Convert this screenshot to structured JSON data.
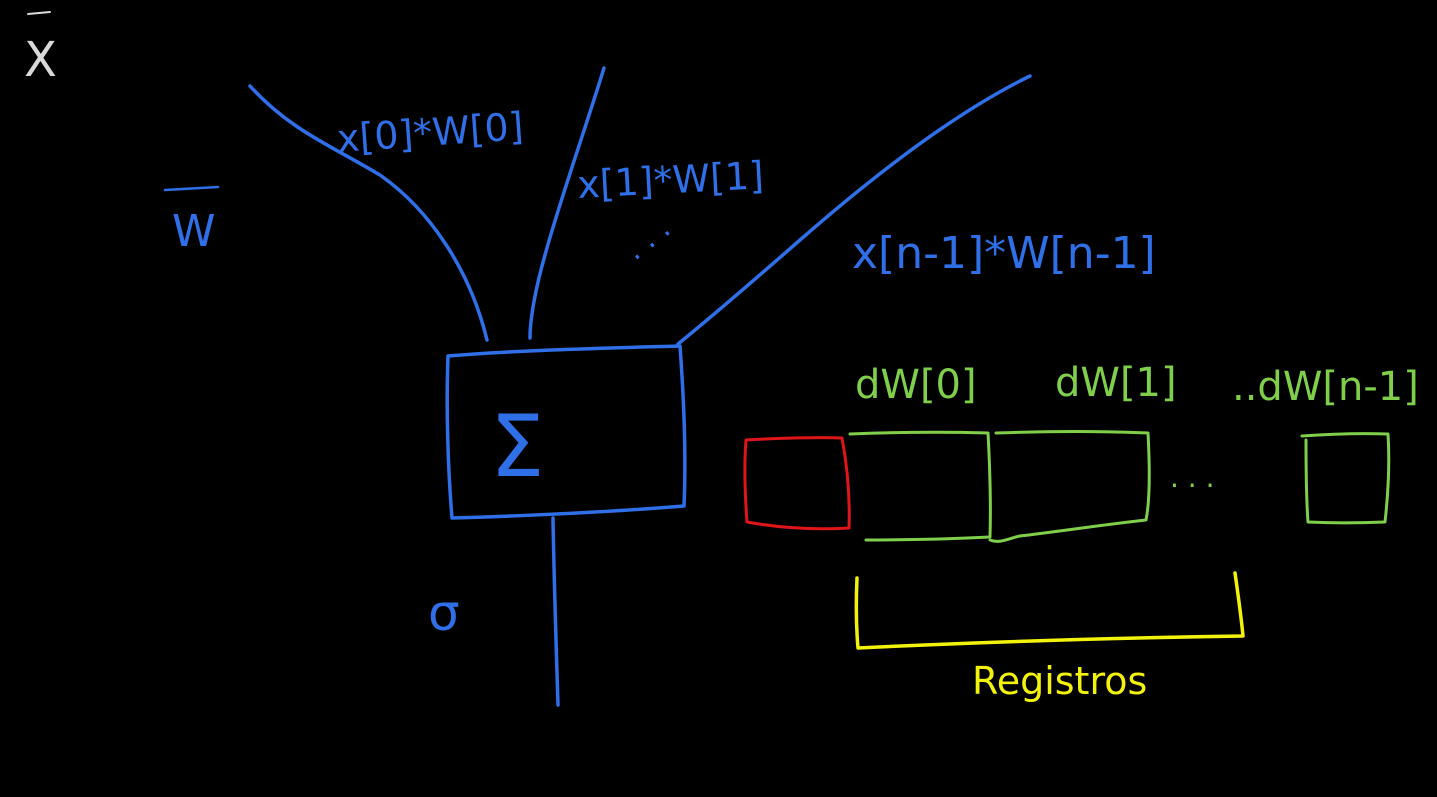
{
  "labels": {
    "x_vector": "X",
    "w_vector": "W",
    "input_0": "x[0]*W[0]",
    "input_1": "x[1]*W[1]",
    "input_last": "x[n-1]*W[n-1]",
    "sum_symbol": "Σ",
    "activation": "σ",
    "dw_0": "dW[0]",
    "dw_1": "dW[1]",
    "dw_last": "..dW[n-1]",
    "registers": "Registros",
    "ellipsis": "· · ·"
  },
  "colors": {
    "background": "#000000",
    "blue": "#2f6fe8",
    "green": "#7fcf4a",
    "red": "#e0151a",
    "yellow": "#f2f20a",
    "white": "#d9d9d9"
  }
}
